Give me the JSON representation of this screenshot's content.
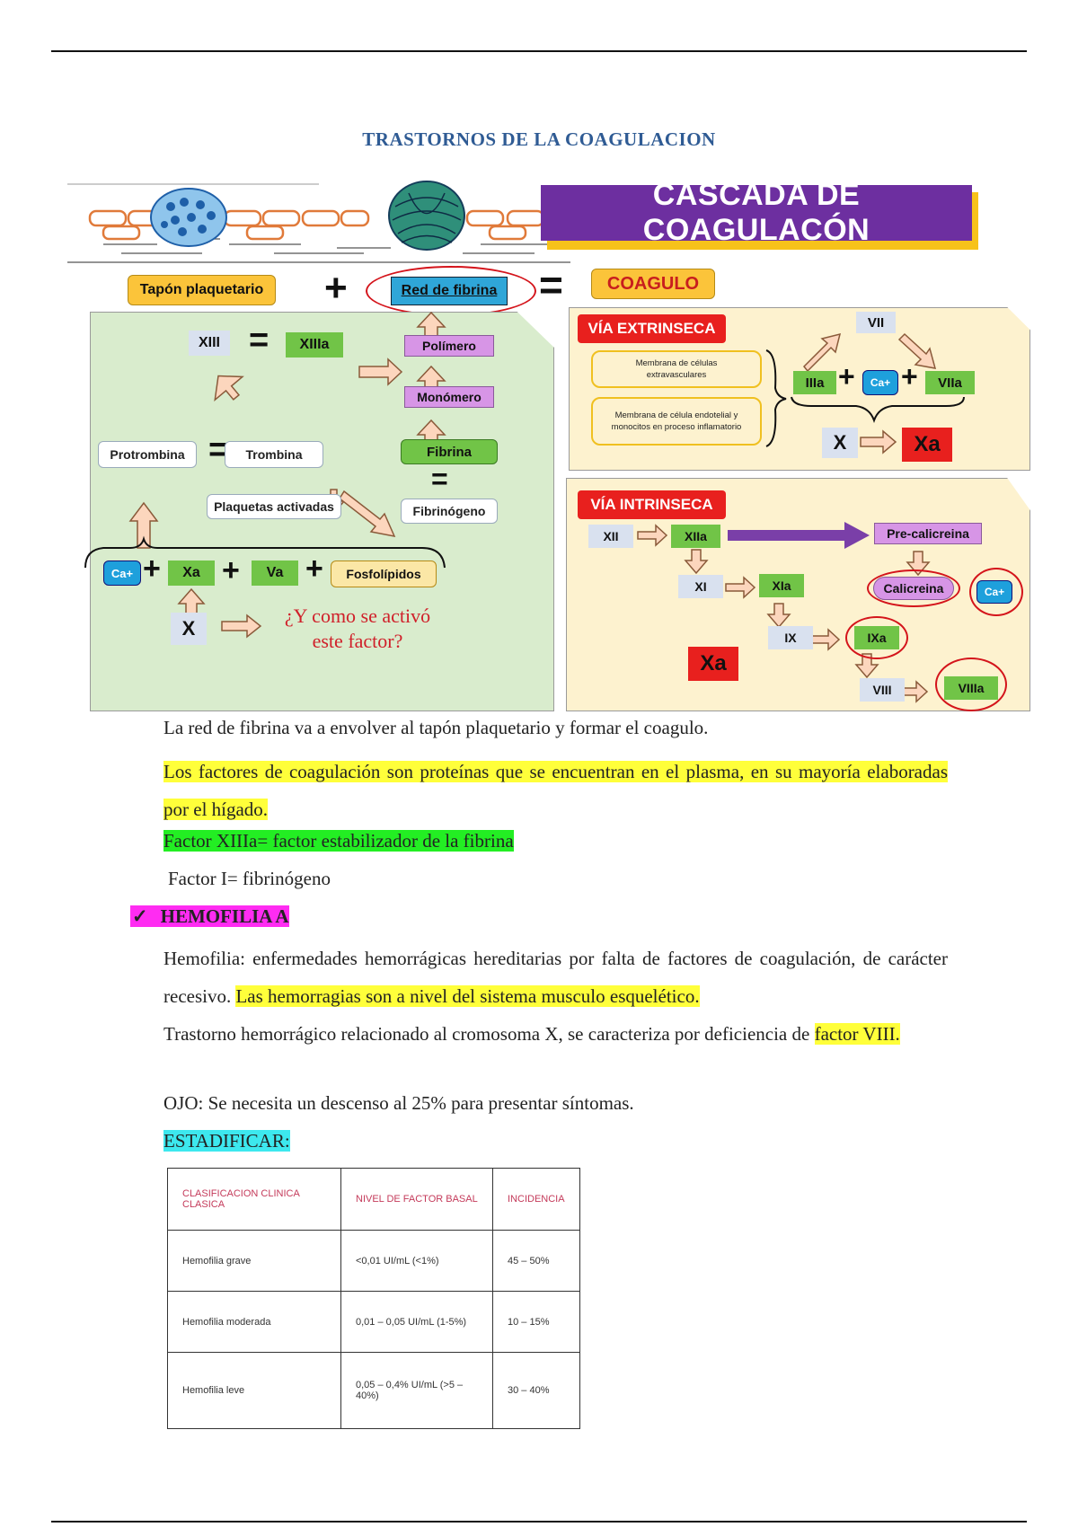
{
  "document": {
    "title": "TRASTORNOS DE LA COAGULACION"
  },
  "diagram": {
    "banner_title": "CASCADA DE COAGULACÓN",
    "top_row": {
      "tapon": "Tapón plaquetario",
      "red": "Red de fibrina",
      "coagulo": "COAGULO"
    },
    "common": {
      "xiii": "XIII",
      "xiiia": "XIIIa",
      "polimero": "Polímero",
      "monomero": "Monómero",
      "fibrina": "Fibrina",
      "fibrinogeno": "Fibrinógeno",
      "protrombina": "Protrombina",
      "trombina": "Trombina",
      "plaquetas": "Plaquetas activadas",
      "ca": "Ca+",
      "xa": "Xa",
      "va": "Va",
      "fosfolipidos": "Fosfolípidos",
      "x": "X",
      "question": "¿Y como se activó este factor?"
    },
    "extrinseca": {
      "title": "VÍA EXTRINSECA",
      "membrana1": "Membrana de células extravasculares",
      "membrana2": "Membrana de célula endotelial y monocitos en proceso inflamatorio",
      "vii": "VII",
      "iiia": "IIIa",
      "ca": "Ca+",
      "viia": "VIIa",
      "x": "X",
      "xa": "Xa"
    },
    "intrinseca": {
      "title": "VÍA INTRINSECA",
      "xii": "XII",
      "xiia": "XIIa",
      "precalicreina": "Pre-calicreina",
      "xi": "XI",
      "xia": "XIa",
      "calicreina": "Calicreina",
      "ca": "Ca+",
      "ix": "IX",
      "ixa": "IXa",
      "viii": "VIII",
      "viiia": "VIIIa",
      "xa": "Xa"
    }
  },
  "body": {
    "p1": "La red de fibrina va a envolver al tapón plaquetario y formar el coagulo.",
    "p2": "Los factores de coagulación son proteínas que se encuentran en el plasma, en su mayoría elaboradas por el hígado.",
    "p3": "Factor XIIIa= factor estabilizador de la fibrina",
    "p4": "Factor I= fibrinógeno",
    "check": "✓",
    "heading": "HEMOFILIA A",
    "p5a": "Hemofilia: enfermedades hemorrágicas hereditarias por falta de factores de coagulación, de carácter recesivo.",
    "p5b": "Las hemorragias son a nivel del sistema musculo esquelético.",
    "p6a": "Trastorno hemorrágico relacionado al cromosoma X, se caracteriza por deficiencia de",
    "p6b": "factor VIII.",
    "p7": "OJO: Se necesita un descenso al 25% para presentar síntomas.",
    "p8": "ESTADIFICAR:"
  },
  "table": {
    "headers": [
      "CLASIFICACION CLINICA CLASICA",
      "NIVEL DE FACTOR BASAL",
      "INCIDENCIA"
    ],
    "rows": [
      [
        "Hemofilia grave",
        "<0,01 UI/mL (<1%)",
        "45 – 50%"
      ],
      [
        "Hemofilia moderada",
        "0,01 – 0,05 UI/mL (1-5%)",
        "10 – 15%"
      ],
      [
        "Hemofilia leve",
        "0,05 – 0,4% UI/mL (>5 – 40%)",
        "30 – 40%"
      ]
    ]
  },
  "colors": {
    "title_blue": "#2f5b94",
    "banner_purple": "#6d2fa0",
    "banner_shadow": "#f7c21a",
    "panel_green": "#d9eccd",
    "panel_yellow": "#fdf2cf",
    "highlight_yellow": "#ffff3a",
    "highlight_green": "#23ee23",
    "highlight_cyan": "#3de8ee",
    "highlight_magenta": "#ff2cf2"
  }
}
